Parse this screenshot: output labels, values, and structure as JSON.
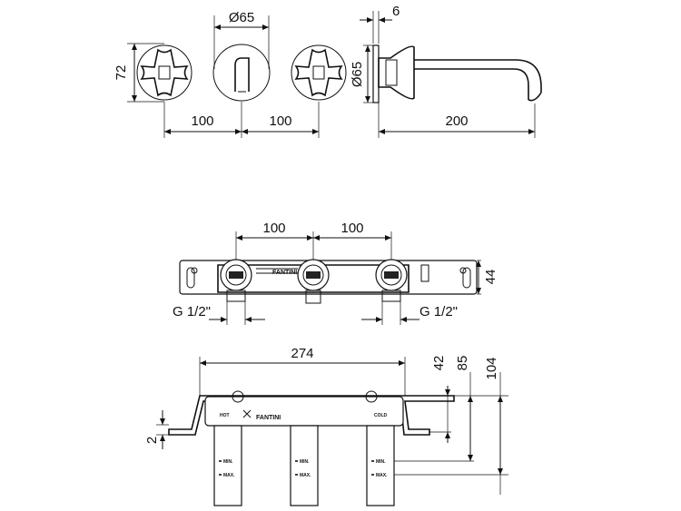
{
  "front_view": {
    "height_dim": "72",
    "diameter_dim": "Ø65",
    "spacing_left": "100",
    "spacing_right": "100"
  },
  "side_view": {
    "depth_dim": "6",
    "diameter_dim": "Ø65",
    "projection_dim": "200"
  },
  "rough_in_top": {
    "spacing_left": "100",
    "spacing_right": "100",
    "height_dim": "44",
    "thread_left": "G 1/2\"",
    "thread_right": "G 1/2\""
  },
  "rough_in_front": {
    "width_dim": "274",
    "depth_42": "42",
    "depth_85": "85",
    "depth_104": "104",
    "offset_dim": "2",
    "label_hot": "HOT",
    "label_cold": "COLD",
    "brand": "FANTINI",
    "min_left": "MIN.",
    "max_left": "MAX.",
    "min_mid": "MIN.",
    "max_mid": "MAX.",
    "min_right": "MIN.",
    "max_right": "MAX."
  }
}
